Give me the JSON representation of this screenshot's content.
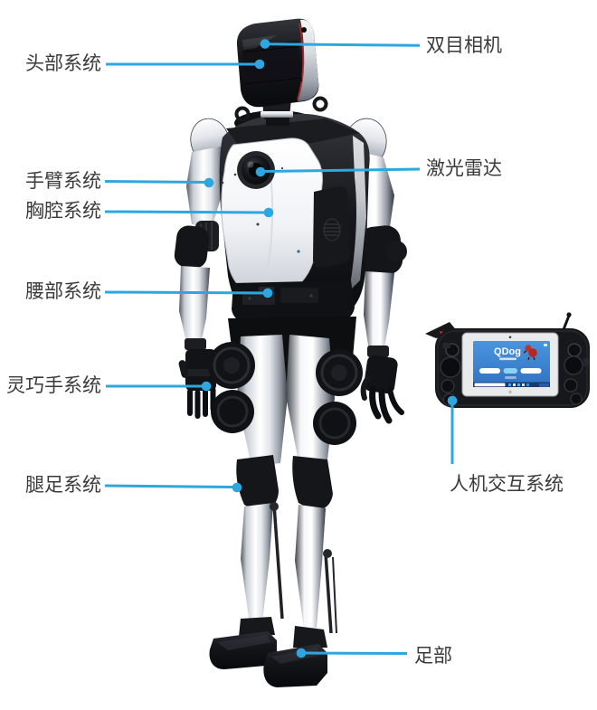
{
  "colors": {
    "accent": "#2ea7e0",
    "label_text": "#3a3a3a",
    "screen_blue": "#3f86d6",
    "logo_red": "#c43028"
  },
  "callouts": {
    "head_system": {
      "label": "头部系统"
    },
    "arm_system": {
      "label": "手臂系统"
    },
    "chest_system": {
      "label": "胸腔系统"
    },
    "waist_system": {
      "label": "腰部系统"
    },
    "dexterous_hand_system": {
      "label": "灵巧手系统"
    },
    "leg_foot_system": {
      "label": "腿足系统"
    },
    "binocular_camera": {
      "label": "双目相机"
    },
    "lidar": {
      "label": "激光雷达"
    },
    "hmi_system": {
      "label": "人机交互系统"
    },
    "foot": {
      "label": "足部"
    }
  },
  "controller": {
    "screen_title": "QDog"
  }
}
